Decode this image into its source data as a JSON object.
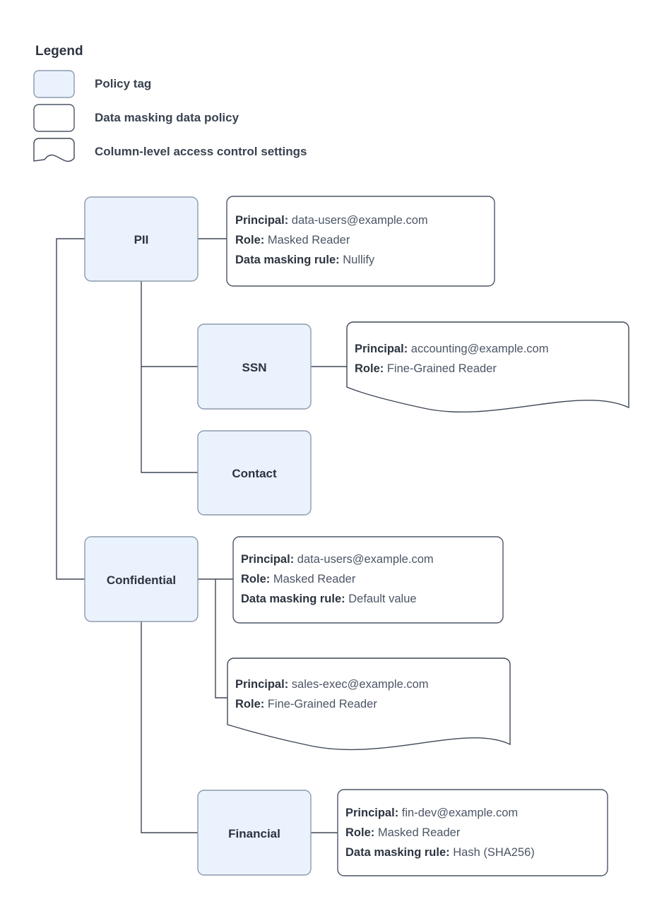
{
  "legend": {
    "title": "Legend",
    "items": [
      {
        "id": "policy-tag",
        "shape": "tag",
        "label": "Policy tag"
      },
      {
        "id": "data-masking-data-policy",
        "shape": "policy",
        "label": "Data masking data policy"
      },
      {
        "id": "column-level-access-control-settings",
        "shape": "wave",
        "label": "Column-level access control settings"
      }
    ]
  },
  "nodes": {
    "pii": {
      "label": "PII"
    },
    "ssn": {
      "label": "SSN"
    },
    "contact": {
      "label": "Contact"
    },
    "confidential": {
      "label": "Confidential"
    },
    "financial": {
      "label": "Financial"
    }
  },
  "labels": {
    "principal": "Principal:",
    "role": "Role:",
    "data_masking_rule": "Data masking rule:"
  },
  "details": {
    "pii_policy": {
      "shape": "policy",
      "principal": "data-users@example.com",
      "role": "Masked Reader",
      "data_masking_rule": "Nullify"
    },
    "ssn_access": {
      "shape": "wave",
      "principal": "accounting@example.com",
      "role": "Fine-Grained Reader"
    },
    "confidential_policy": {
      "shape": "policy",
      "principal": "data-users@example.com",
      "role": "Masked Reader",
      "data_masking_rule": "Default value"
    },
    "confidential_access": {
      "shape": "wave",
      "principal": "sales-exec@example.com",
      "role": "Fine-Grained Reader"
    },
    "financial_policy": {
      "shape": "policy",
      "principal": "fin-dev@example.com",
      "role": "Masked Reader",
      "data_masking_rule": "Hash (SHA256)"
    }
  },
  "colors": {
    "tag_fill": "#eaf2fd",
    "tag_stroke": "#8d9aad",
    "box_stroke": "#3e4656",
    "text_strong": "#2c3440",
    "text_value": "#4c5566",
    "background": "#ffffff"
  }
}
